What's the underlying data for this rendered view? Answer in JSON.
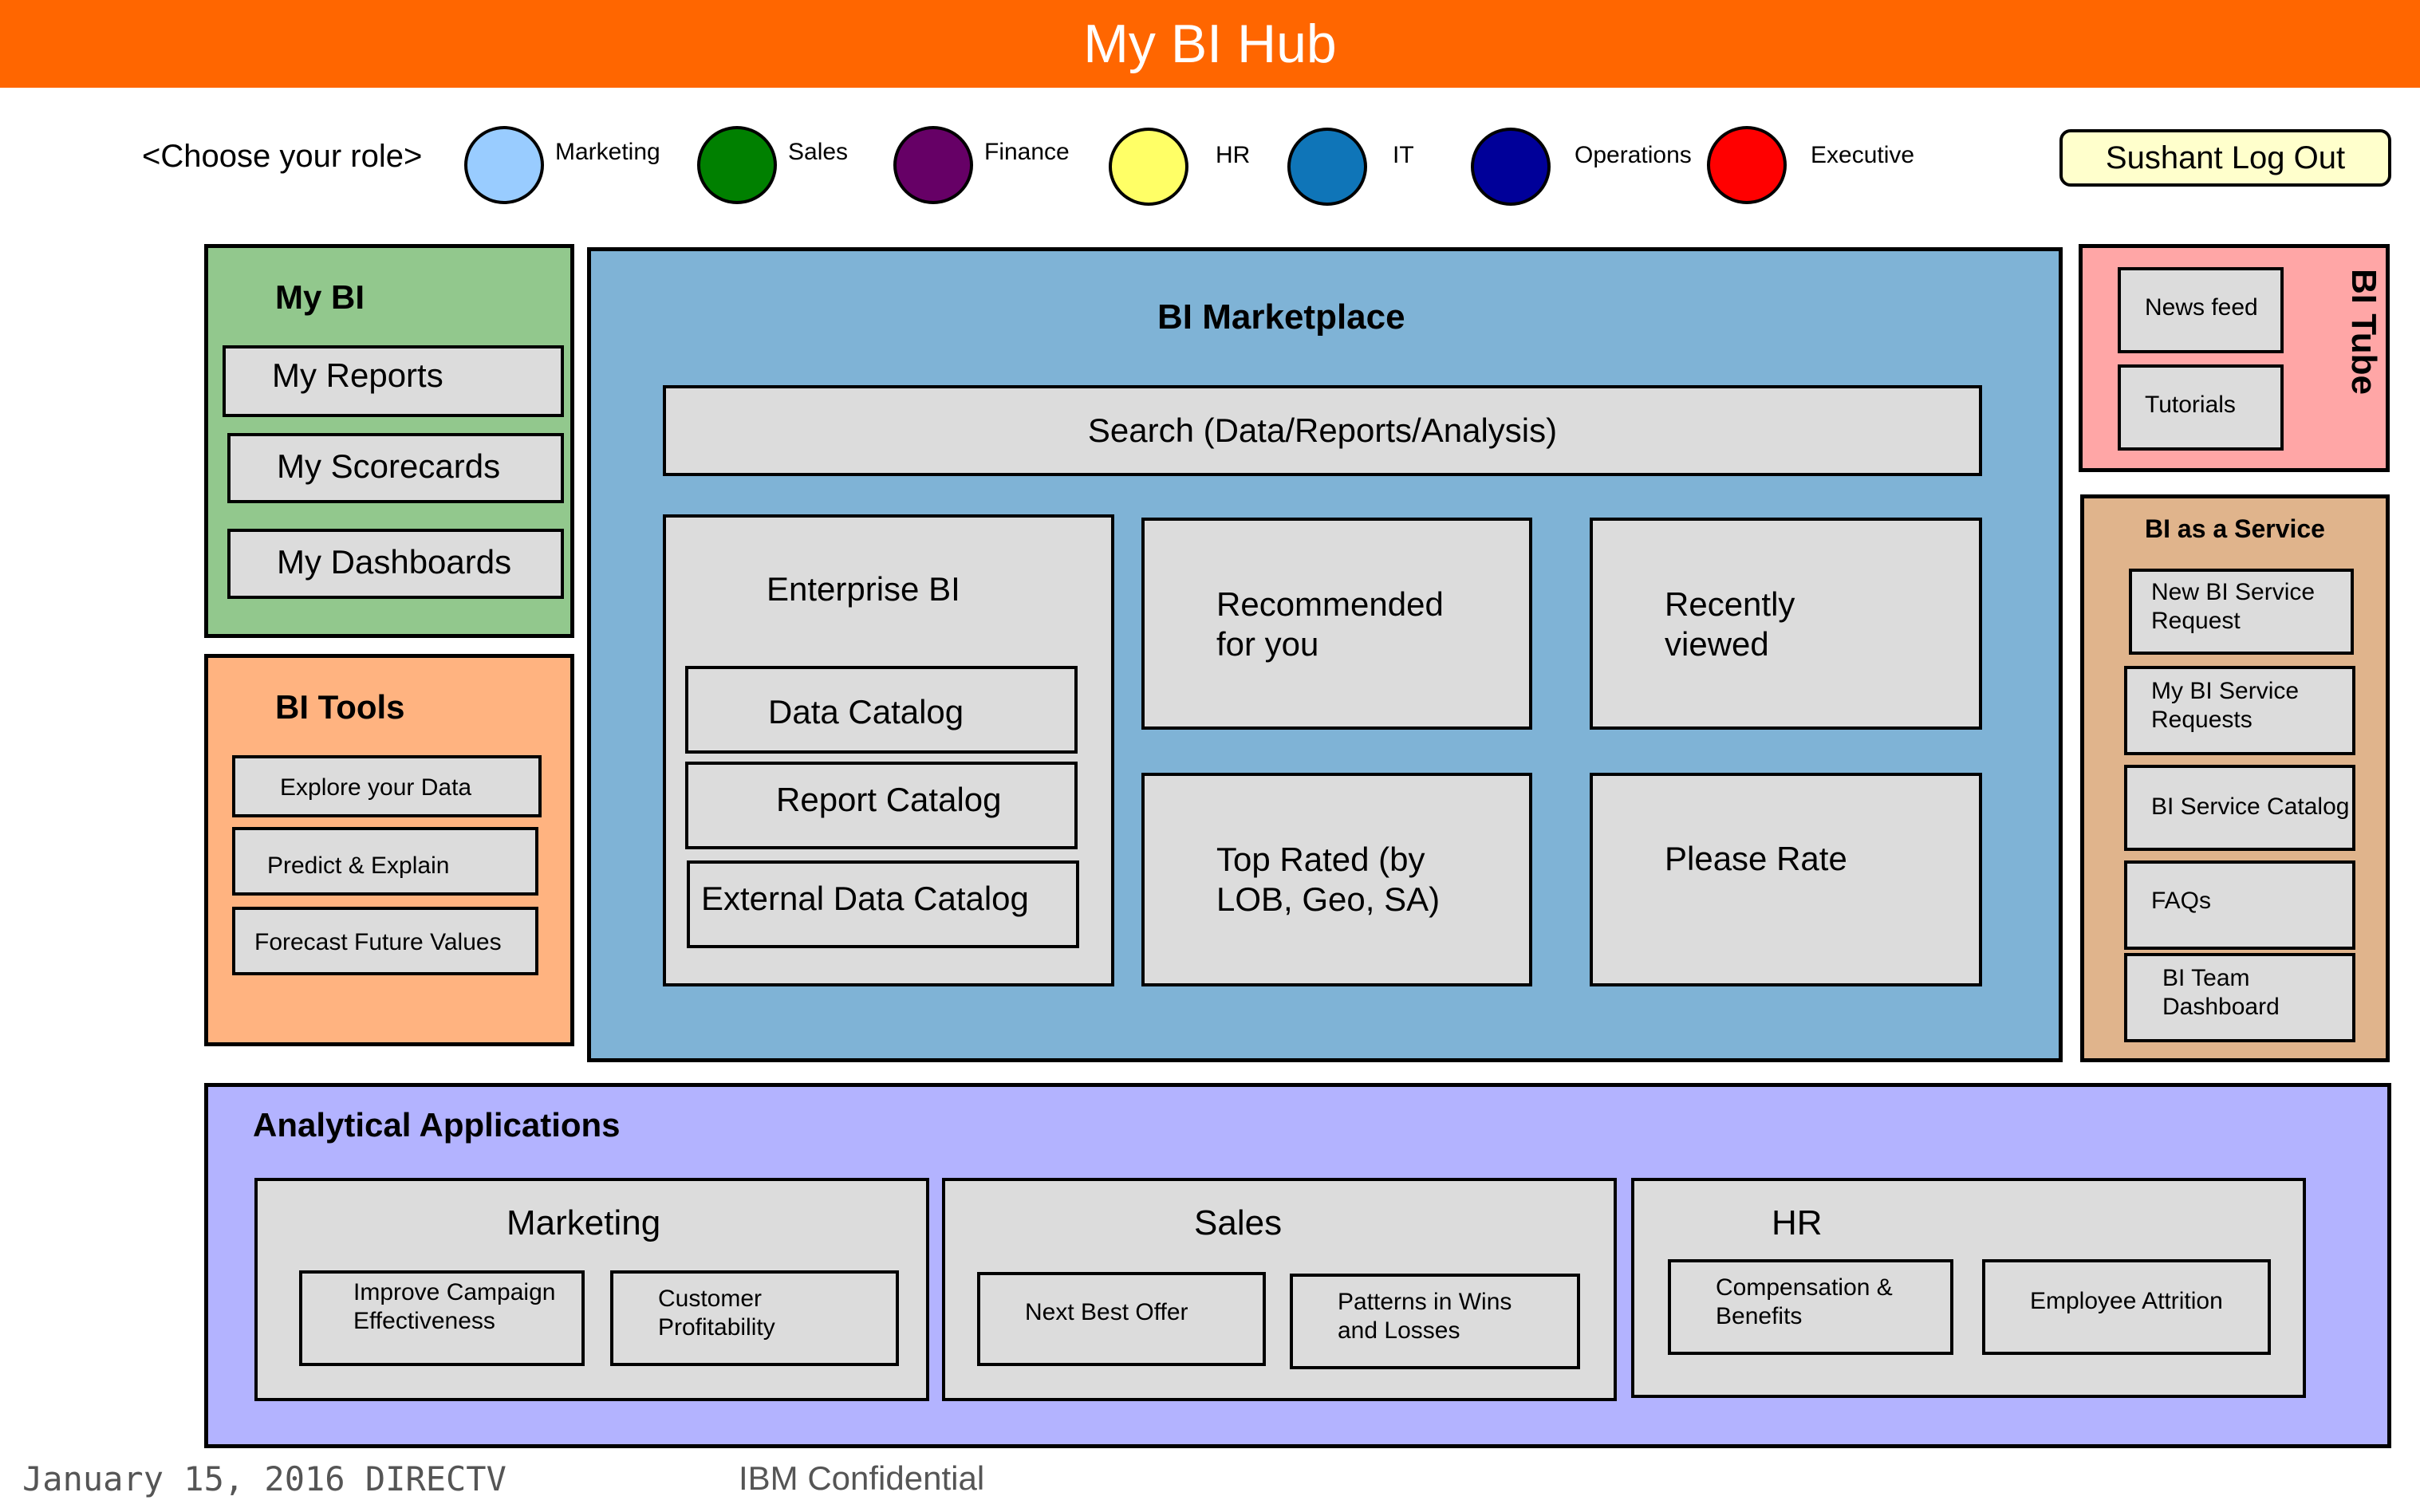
{
  "header": {
    "title": "My BI Hub"
  },
  "roles": {
    "prompt": "<Choose your role>",
    "items": [
      {
        "label": "Marketing",
        "color": "#99ccff"
      },
      {
        "label": "Sales",
        "color": "#008000"
      },
      {
        "label": "Finance",
        "color": "#660066"
      },
      {
        "label": "HR",
        "color": "#ffff66"
      },
      {
        "label": "IT",
        "color": "#0f75b8"
      },
      {
        "label": "Operations",
        "color": "#000099"
      },
      {
        "label": "Executive",
        "color": "#ff0000"
      }
    ]
  },
  "user": {
    "logout_label": "Sushant Log Out"
  },
  "my_bi": {
    "title": "My BI",
    "items": [
      "My Reports",
      "My Scorecards",
      "My Dashboards"
    ]
  },
  "bi_tools": {
    "title": "BI Tools",
    "items": [
      "Explore your Data",
      "Predict & Explain",
      "Forecast Future Values"
    ]
  },
  "marketplace": {
    "title": "BI Marketplace",
    "search_label": "Search (Data/Reports/Analysis)",
    "enterprise": {
      "title": "Enterprise BI",
      "items": [
        "Data Catalog",
        "Report Catalog",
        "External Data Catalog"
      ]
    },
    "tiles": {
      "recommended": "Recommended\nfor you",
      "recent": "Recently\nviewed",
      "top_rated": "Top Rated (by\nLOB, Geo, SA)",
      "please_rate": "Please Rate"
    }
  },
  "bi_tube": {
    "title": "BI Tube",
    "items": [
      "News feed",
      "Tutorials"
    ]
  },
  "bi_service": {
    "title": "BI as a Service",
    "items": [
      "New BI Service\nRequest",
      "My BI Service\nRequests",
      "BI Service Catalog",
      "FAQs",
      "BI Team\nDashboard"
    ]
  },
  "analytics": {
    "title": "Analytical Applications",
    "groups": [
      {
        "title": "Marketing",
        "items": [
          "Improve Campaign\nEffectiveness",
          "Customer\nProfitability"
        ]
      },
      {
        "title": "Sales",
        "items": [
          "Next Best Offer",
          "Patterns in Wins\nand Losses"
        ]
      },
      {
        "title": "HR",
        "items": [
          "Compensation &\nBenefits",
          "Employee Attrition"
        ]
      }
    ]
  },
  "footer": {
    "date_company": "January 15, 2016 DIRECTV",
    "confidential": "IBM Confidential"
  },
  "colors": {
    "header": "#ff6600",
    "my_bi": "#92c88d",
    "bi_tools": "#ffb380",
    "marketplace": "#7fb3d6",
    "bi_tube": "#ffa6a6",
    "bi_service": "#e0b48c",
    "analytics": "#b3b3ff",
    "card": "#dcdcdc",
    "logout": "#ffffcc"
  }
}
